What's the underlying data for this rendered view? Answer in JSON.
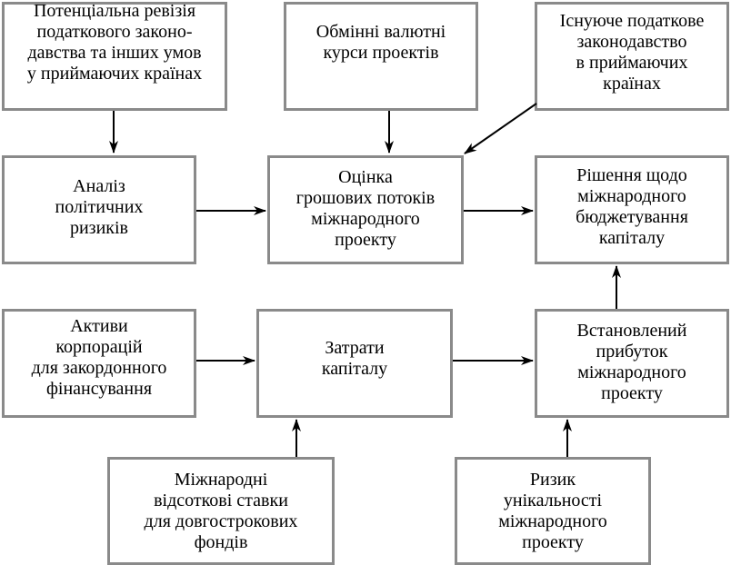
{
  "boxes": {
    "tax_revision": "Потенціальна ревізія\nподаткового законо-\nдавства та інших умов\nу приймаючих країнах",
    "exchange_rates": "Обмінні валютні\nкурси проектів",
    "existing_tax": "Існуюче податкове\nзаконодавство\nв приймаючих\nкраїнах",
    "political_risk": "Аналіз\nполітичних\nризиків",
    "cash_flow": "Оцінка\nгрошових потоків\nміжнародного\nпроекту",
    "budget_decision": "Рішення щодо\nміжнародного\nбюджетування\nкапіталу",
    "corporate_assets": "Активи\nкорпорацій\nдля закордонного\nфінансування",
    "capital_costs": "Затрати\nкапіталу",
    "required_return": "Встановлений\nприбуток\nміжнародного\nпроекту",
    "interest_rates": "Міжнародні\nвідсоткові ставки\nдля довгострокових\nфондів",
    "unique_risk": "Ризик\nунікальності\nміжнародного\nпроекту"
  }
}
